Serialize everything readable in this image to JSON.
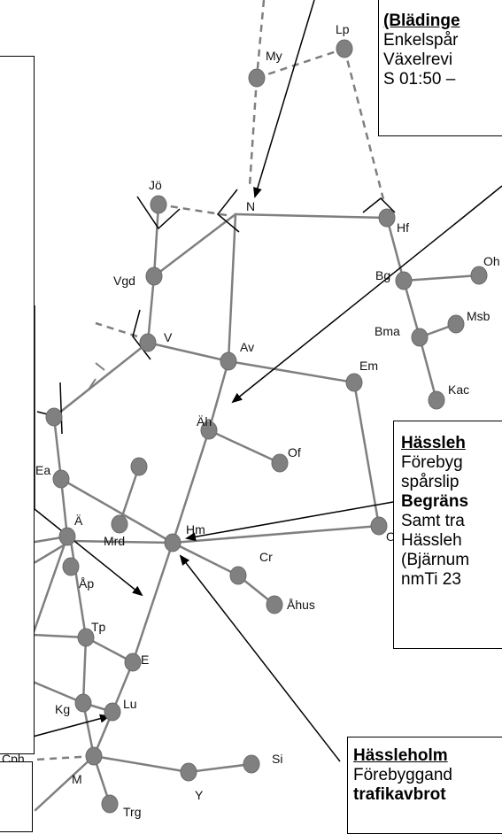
{
  "colors": {
    "line": "#7f7f7f",
    "node": "#808080",
    "text": "#111111",
    "arrow": "#000000"
  },
  "stations": {
    "lp": "Lp",
    "my": "My",
    "jo": "Jö",
    "n": "N",
    "hf": "Hf",
    "oh": "Oh",
    "bg": "Bg",
    "msb": "Msb",
    "bma": "Bma",
    "vgd": "Vgd",
    "v": "V",
    "av": "Av",
    "em": "Em",
    "kac": "Kac",
    "ah": "Äh",
    "of": "Of",
    "ea": "Ea",
    "a": "Ä",
    "mrd": "Mrd",
    "hm": "Hm",
    "cr": "Cr",
    "o": "O",
    "ap": "Åp",
    "ahus": "Åhus",
    "tp": "Tp",
    "e": "E",
    "kg": "Kg",
    "lu": "Lu",
    "cph": "Cph",
    "m": "M",
    "si": "Si",
    "y": "Y",
    "trg": "Trg"
  },
  "boxes": {
    "top": {
      "title": "(Blädinge",
      "lines": [
        "Enkelspår",
        "Växelrevi",
        "S 01:50 –"
      ]
    },
    "mid": {
      "title": "Hässleh",
      "lines": [
        "Förebyg",
        "spårslip"
      ],
      "bold_line": "Begräns",
      "lines2": [
        "Samt tra",
        "Hässleh",
        "(Bjärnum",
        "nmTi 23"
      ]
    },
    "bottom": {
      "title": "Hässleholm",
      "line": "Förebyggand",
      "bold_line": "trafikavbrot"
    }
  }
}
